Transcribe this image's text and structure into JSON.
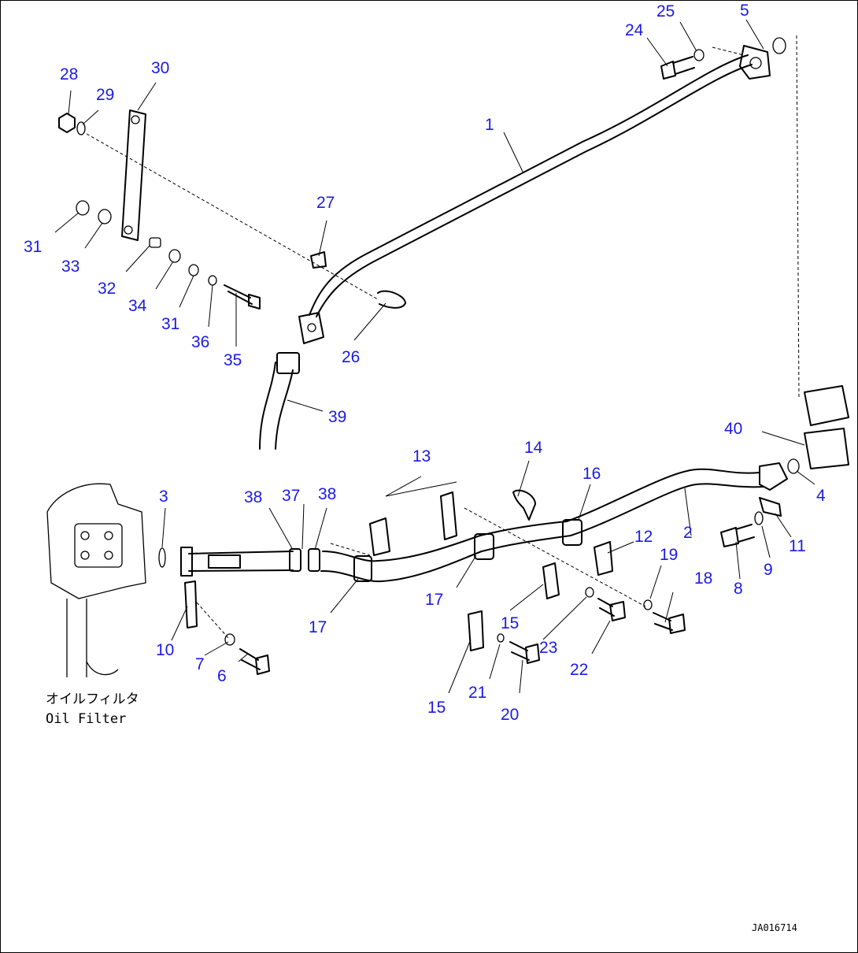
{
  "diagram": {
    "callouts": {
      "c1": "1",
      "c2": "2",
      "c3": "3",
      "c4": "4",
      "c5": "5",
      "c6": "6",
      "c7": "7",
      "c8": "8",
      "c9": "9",
      "c10": "10",
      "c11": "11",
      "c12": "12",
      "c13": "13",
      "c14": "14",
      "c15a": "15",
      "c15b": "15",
      "c16": "16",
      "c17a": "17",
      "c17b": "17",
      "c18": "18",
      "c19": "19",
      "c20": "20",
      "c21": "21",
      "c22": "22",
      "c23": "23",
      "c24": "24",
      "c25": "25",
      "c26": "26",
      "c27": "27",
      "c28": "28",
      "c29": "29",
      "c30": "30",
      "c31a": "31",
      "c31b": "31",
      "c32": "32",
      "c33": "33",
      "c34": "34",
      "c35": "35",
      "c36": "36",
      "c37": "37",
      "c38a": "38",
      "c38b": "38",
      "c39": "39",
      "c40": "40"
    },
    "oil_filter_label_jp": "オイルフィルタ",
    "oil_filter_label_en": "Oil Filter",
    "drawing_code": "JA016714",
    "callout_color": "#1a1ae6"
  }
}
